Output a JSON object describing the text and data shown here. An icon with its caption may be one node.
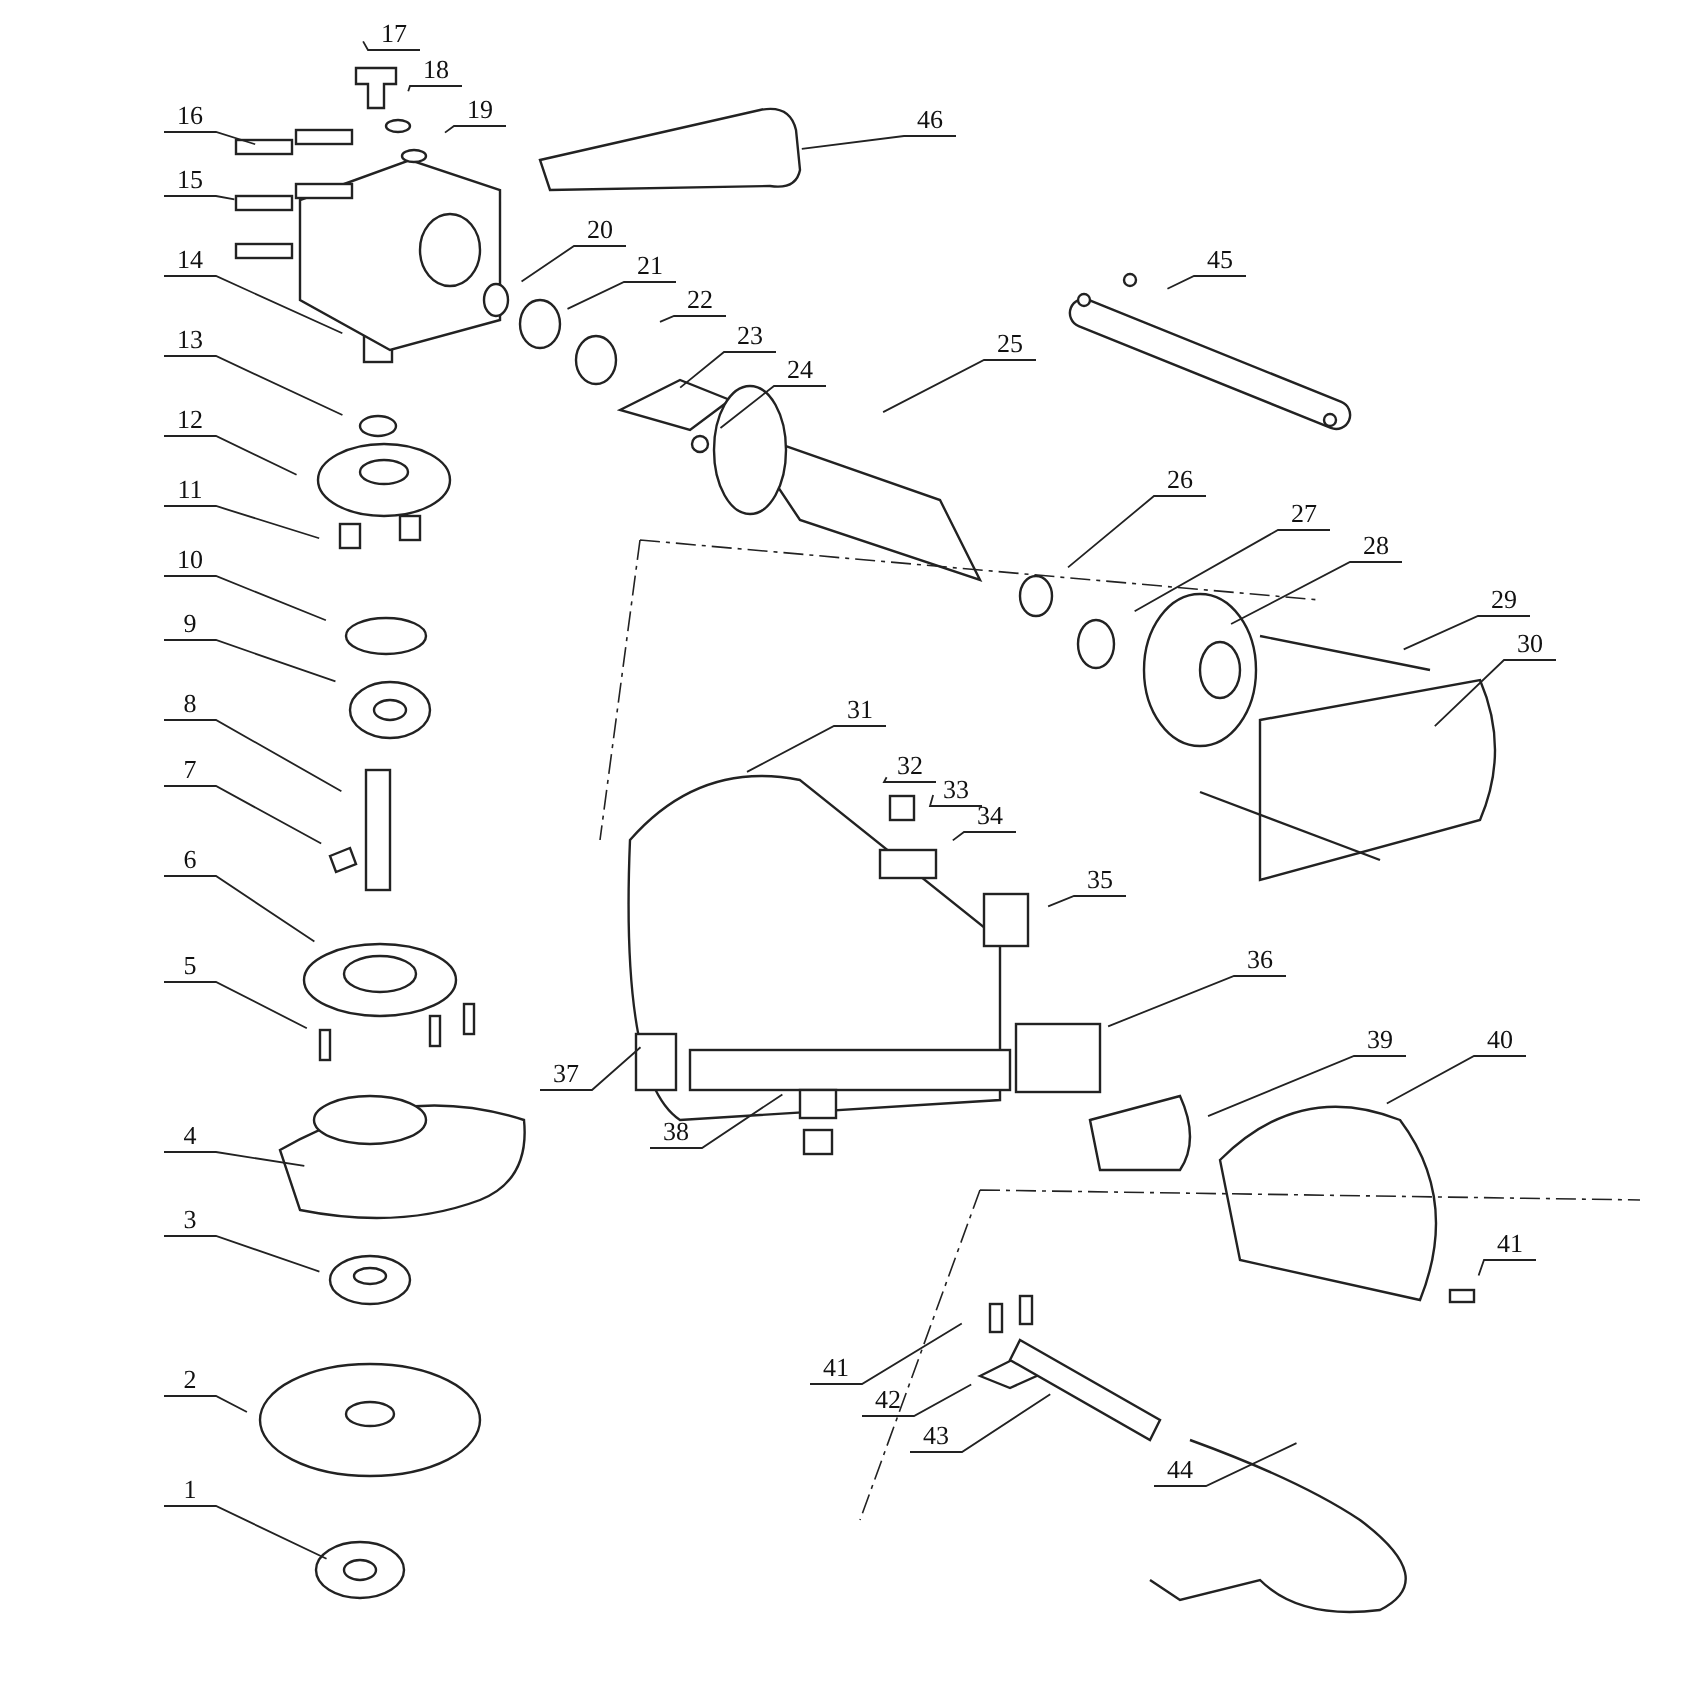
{
  "diagram": {
    "nodes": [
      {
        "text": [
          "1"
        ]
      },
      {
        "text": [
          "2"
        ]
      },
      {
        "text": [
          "3"
        ]
      },
      {
        "text": [
          "4"
        ]
      },
      {
        "text": [
          "5"
        ]
      },
      {
        "text": [
          "6"
        ]
      },
      {
        "text": [
          "7"
        ]
      },
      {
        "text": [
          "8"
        ]
      },
      {
        "text": [
          "9"
        ]
      },
      {
        "text": [
          "10"
        ]
      },
      {
        "text": [
          "11"
        ]
      },
      {
        "text": [
          "12"
        ]
      },
      {
        "text": [
          "13"
        ]
      },
      {
        "text": [
          "14"
        ]
      },
      {
        "text": [
          "15"
        ]
      },
      {
        "text": [
          "16"
        ]
      },
      {
        "text": [
          "17"
        ]
      },
      {
        "text": [
          "18"
        ]
      },
      {
        "text": [
          "19"
        ]
      },
      {
        "text": [
          "20"
        ]
      },
      {
        "text": [
          "21"
        ]
      },
      {
        "text": [
          "22"
        ]
      },
      {
        "text": [
          "23"
        ]
      },
      {
        "text": [
          "24"
        ]
      },
      {
        "text": [
          "25"
        ]
      },
      {
        "text": [
          "26"
        ]
      },
      {
        "text": [
          "27"
        ]
      },
      {
        "text": [
          "28"
        ]
      },
      {
        "text": [
          "29"
        ]
      },
      {
        "text": [
          "30"
        ]
      },
      {
        "text": [
          "31"
        ]
      },
      {
        "text": [
          "32"
        ]
      },
      {
        "text": [
          "33"
        ]
      },
      {
        "text": [
          "34"
        ]
      },
      {
        "text": [
          "35"
        ]
      },
      {
        "text": [
          "36"
        ]
      },
      {
        "text": [
          "37"
        ]
      },
      {
        "text": [
          "38"
        ]
      },
      {
        "text": [
          "39"
        ]
      },
      {
        "text": [
          "40"
        ]
      },
      {
        "text": [
          "41"
        ]
      },
      {
        "text": [
          "41"
        ]
      },
      {
        "text": [
          "42"
        ]
      },
      {
        "text": [
          "43"
        ]
      },
      {
        "text": [
          "44"
        ]
      },
      {
        "text": [
          "45"
        ]
      },
      {
        "text": [
          "46"
        ]
      }
    ],
    "edges": [
      {
        "from": 0,
        "to": null,
        "arrow": "none"
      },
      {
        "from": 1,
        "to": null,
        "arrow": "none"
      },
      {
        "from": 2,
        "to": null,
        "arrow": "none"
      },
      {
        "from": 3,
        "to": null,
        "arrow": "none"
      },
      {
        "from": 4,
        "to": null,
        "arrow": "none"
      },
      {
        "from": 5,
        "to": null,
        "arrow": "none"
      },
      {
        "from": 6,
        "to": null,
        "arrow": "none"
      },
      {
        "from": 7,
        "to": null,
        "arrow": "none"
      },
      {
        "from": 8,
        "to": null,
        "arrow": "none"
      },
      {
        "from": 9,
        "to": null,
        "arrow": "none"
      },
      {
        "from": 10,
        "to": null,
        "arrow": "none"
      },
      {
        "from": 11,
        "to": null,
        "arrow": "none"
      },
      {
        "from": 12,
        "to": null,
        "arrow": "none"
      },
      {
        "from": 13,
        "to": null,
        "arrow": "none"
      },
      {
        "from": 14,
        "to": null,
        "arrow": "none"
      },
      {
        "from": 15,
        "to": null,
        "arrow": "none"
      },
      {
        "from": 16,
        "to": null,
        "arrow": "none"
      },
      {
        "from": 17,
        "to": null,
        "arrow": "none"
      },
      {
        "from": 18,
        "to": null,
        "arrow": "none"
      },
      {
        "from": 19,
        "to": null,
        "arrow": "none"
      },
      {
        "from": 20,
        "to": null,
        "arrow": "none"
      },
      {
        "from": 21,
        "to": null,
        "arrow": "none"
      },
      {
        "from": 22,
        "to": null,
        "arrow": "none"
      },
      {
        "from": 23,
        "to": null,
        "arrow": "none"
      },
      {
        "from": 24,
        "to": null,
        "arrow": "none"
      },
      {
        "from": 25,
        "to": null,
        "arrow": "none"
      },
      {
        "from": 26,
        "to": null,
        "arrow": "none"
      },
      {
        "from": 27,
        "to": null,
        "arrow": "none"
      },
      {
        "from": 28,
        "to": null,
        "arrow": "none"
      },
      {
        "from": 29,
        "to": null,
        "arrow": "none"
      },
      {
        "from": 30,
        "to": null,
        "arrow": "none"
      },
      {
        "from": 31,
        "to": null,
        "arrow": "none"
      },
      {
        "from": 32,
        "to": null,
        "arrow": "none"
      },
      {
        "from": 33,
        "to": null,
        "arrow": "none"
      },
      {
        "from": 34,
        "to": null,
        "arrow": "none"
      },
      {
        "from": 35,
        "to": null,
        "arrow": "none"
      },
      {
        "from": 36,
        "to": null,
        "arrow": "none"
      },
      {
        "from": 37,
        "to": null,
        "arrow": "none"
      },
      {
        "from": 38,
        "to": null,
        "arrow": "none"
      },
      {
        "from": 39,
        "to": null,
        "arrow": "none"
      },
      {
        "from": 40,
        "to": null,
        "arrow": "none"
      },
      {
        "from": 41,
        "to": null,
        "arrow": "none"
      },
      {
        "from": 42,
        "to": null,
        "arrow": "none"
      },
      {
        "from": 43,
        "to": null,
        "arrow": "none"
      },
      {
        "from": 44,
        "to": null,
        "arrow": "none"
      },
      {
        "from": 45,
        "to": null,
        "arrow": "none"
      },
      {
        "from": 46,
        "to": null,
        "arrow": "none"
      }
    ]
  }
}
